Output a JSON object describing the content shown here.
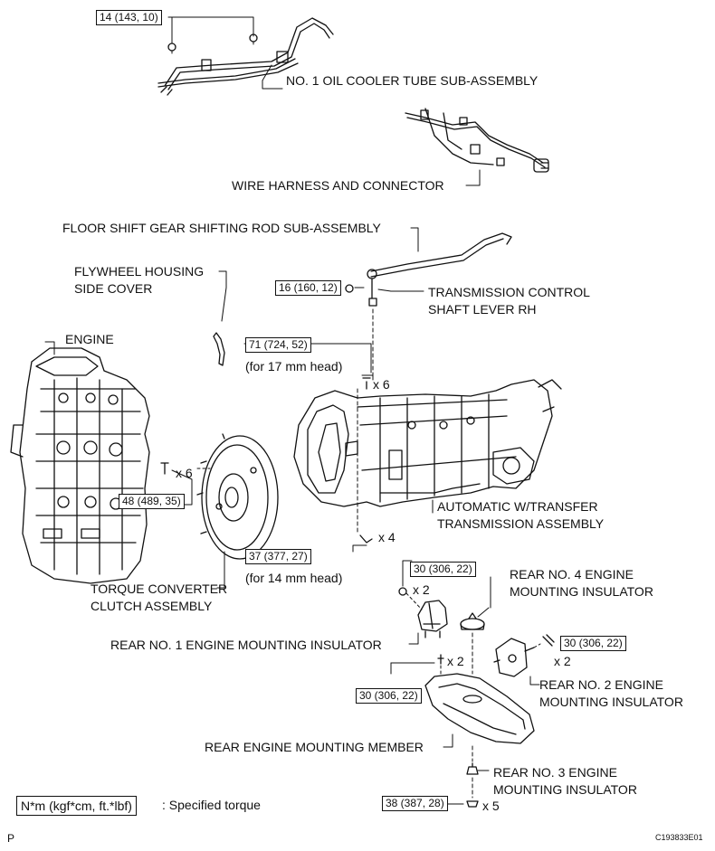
{
  "figure_code": "C193833E01",
  "page_mark": "P",
  "labels": {
    "oil_cooler_tube": "NO. 1 OIL COOLER TUBE SUB-ASSEMBLY",
    "wire_harness": "WIRE HARNESS AND CONNECTOR",
    "floor_shift_rod": "FLOOR SHIFT GEAR SHIFTING ROD SUB-ASSEMBLY",
    "flywheel_cover_1": "FLYWHEEL HOUSING",
    "flywheel_cover_2": "SIDE COVER",
    "trans_lever_1": "TRANSMISSION CONTROL",
    "trans_lever_2": "SHAFT LEVER RH",
    "engine": "ENGINE",
    "auto_trans_1": "AUTOMATIC W/TRANSFER",
    "auto_trans_2": "TRANSMISSION ASSEMBLY",
    "torque_conv_1": "TORQUE CONVERTER",
    "torque_conv_2": "CLUTCH ASSEMBLY",
    "rear4_1": "REAR NO. 4 ENGINE",
    "rear4_2": "MOUNTING INSULATOR",
    "rear1": "REAR NO. 1 ENGINE MOUNTING INSULATOR",
    "rear2_1": "REAR NO. 2 ENGINE",
    "rear2_2": "MOUNTING INSULATOR",
    "rear_member": "REAR ENGINE MOUNTING MEMBER",
    "rear3_1": "REAR NO. 3 ENGINE",
    "rear3_2": "MOUNTING INSULATOR"
  },
  "torques": {
    "oil_cooler": "14 (143, 10)",
    "lever": "16 (160, 12)",
    "trans_17mm": "71 (724, 52)",
    "trans_17mm_note": "(for 17 mm head)",
    "converter": "48 (489, 35)",
    "trans_14mm": "37 (377, 27)",
    "trans_14mm_note": "(for 14 mm head)",
    "rear4_bolt": "30 (306, 22)",
    "rear2_bolt": "30 (306, 22)",
    "rear1_bolt": "30 (306, 22)",
    "member_bolt": "38 (387, 28)"
  },
  "counts": {
    "trans_17mm": "x 6",
    "converter": "x 6",
    "trans_14mm": "x 4",
    "rear4_bolt": "x 2",
    "rear2_bolt": "x 2",
    "rear1_bolt": "x 2",
    "member_bolt": "x 5"
  },
  "legend": {
    "unit_box": "N*m (kgf*cm, ft.*lbf)",
    "text": ": Specified torque"
  }
}
